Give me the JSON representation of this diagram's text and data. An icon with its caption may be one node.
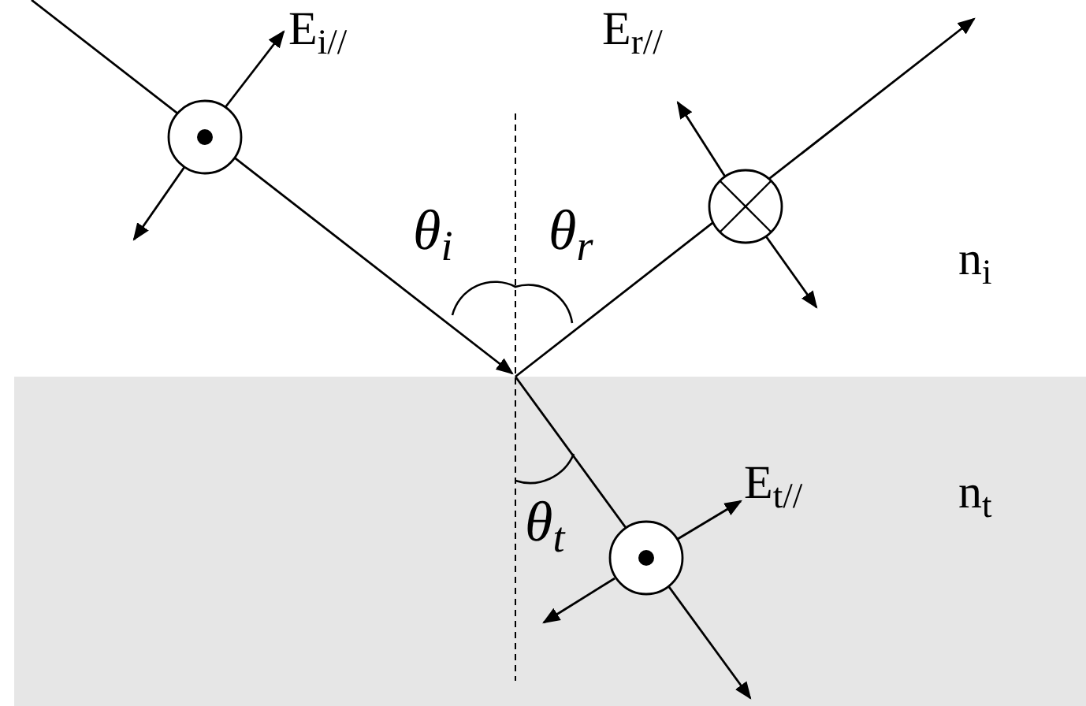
{
  "diagram": {
    "labels": [
      "E$_{i//}$",
      "E$_{r//}$",
      "θ$_{i}$",
      "θ$_{r}$",
      "n$_{i}$",
      "n$_{t}$",
      "E$_{t//}$",
      "θ$_{t}$"
    ]
  }
}
